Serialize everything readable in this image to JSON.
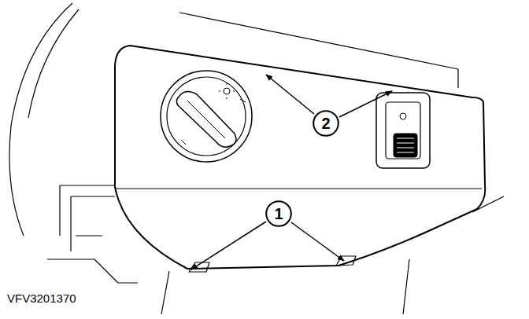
{
  "diagram": {
    "nodes": [
      {
        "text": [
          "2"
        ]
      },
      {
        "text": [
          "1"
        ]
      }
    ],
    "labels": [
      "VFV3201370"
    ]
  }
}
